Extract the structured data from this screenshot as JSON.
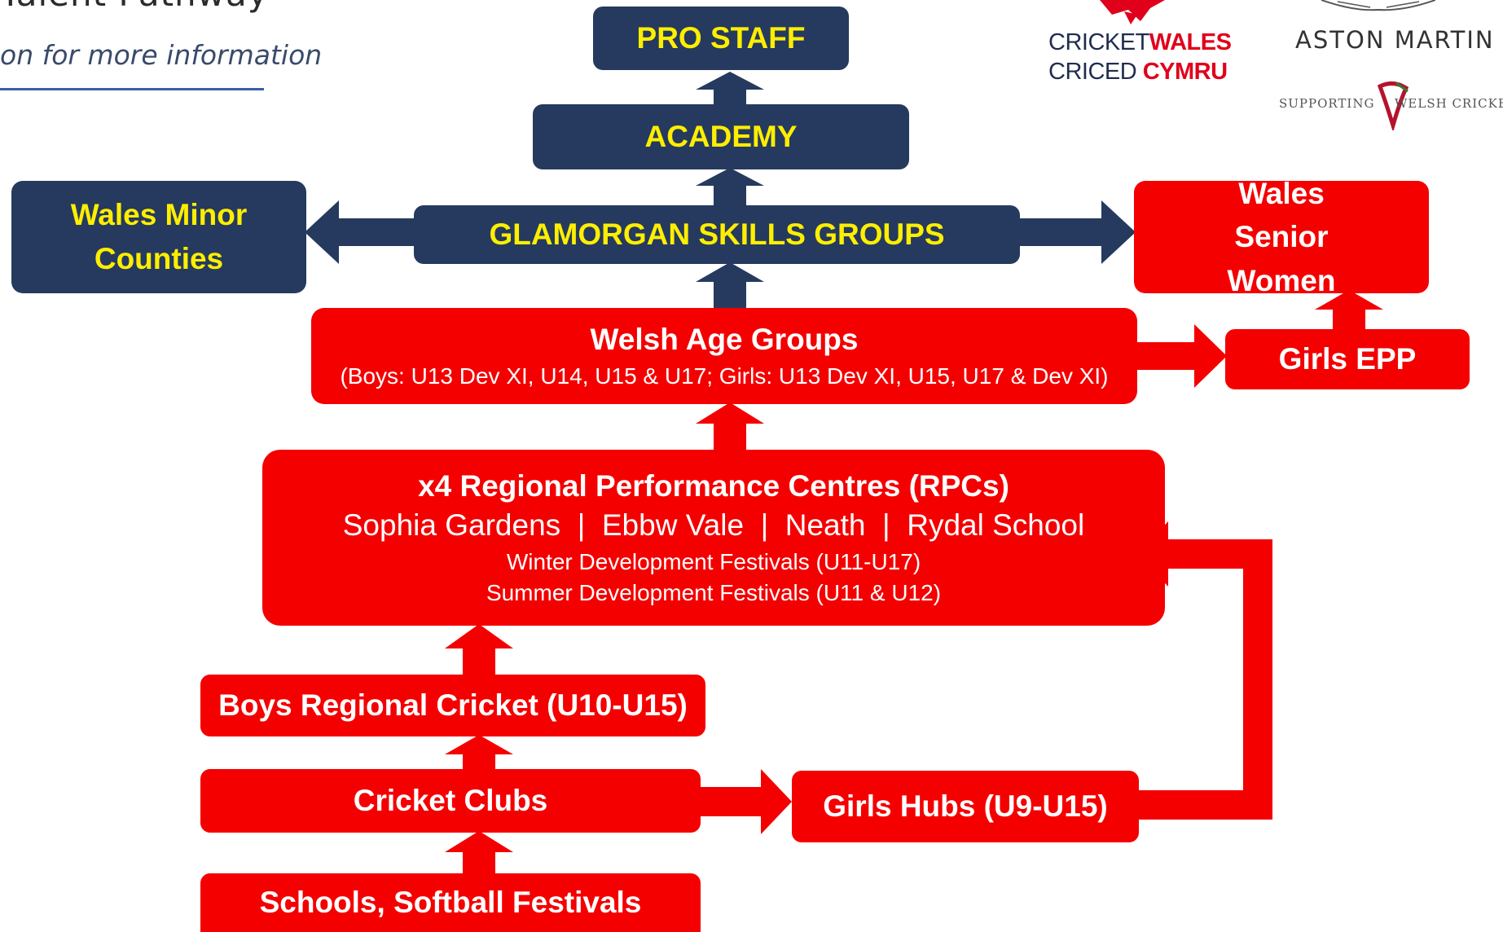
{
  "header": {
    "title": "Talent Pathway",
    "subtitle": "on for more information"
  },
  "logos": {
    "cricket_wales_line1_a": "CRICKET",
    "cricket_wales_line1_b": "WALES",
    "cricket_wales_line2_a": "CRICED",
    "cricket_wales_line2_b": "CYMRU",
    "aston_martin": "ASTON MARTIN",
    "supporting_a": "SUPPORTING",
    "supporting_b": "WELSH CRICKE"
  },
  "boxes": {
    "pro_staff": "PRO STAFF",
    "academy": "ACADEMY",
    "glamorgan": "GLAMORGAN SKILLS GROUPS",
    "wales_minor_counties": "Wales Minor Counties",
    "wales_senior_women": "Wales Senior Women",
    "girls_epp": "Girls EPP",
    "welsh_age_groups": {
      "title": "Welsh Age Groups",
      "detail": "(Boys: U13 Dev XI, U14, U15 & U17; Girls: U13 Dev XI, U15, U17 & Dev XI)"
    },
    "rpcs": {
      "title": "x4 Regional Performance Centres (RPCs)",
      "venues": "Sophia Gardens  |  Ebbw Vale  |  Neath  |  Rydal School",
      "winter": "Winter Development Festivals (U11-U17)",
      "summer": "Summer Development Festivals (U11 & U12)"
    },
    "boys_regional": "Boys Regional Cricket (U10-U15)",
    "cricket_clubs": "Cricket Clubs",
    "girls_hubs": "Girls Hubs (U9-U15)",
    "schools": "Schools, Softball Festivals"
  },
  "colors": {
    "navy": "#253a5e",
    "yellow": "#ffee00",
    "red": "#f40000",
    "white": "#ffffff"
  }
}
